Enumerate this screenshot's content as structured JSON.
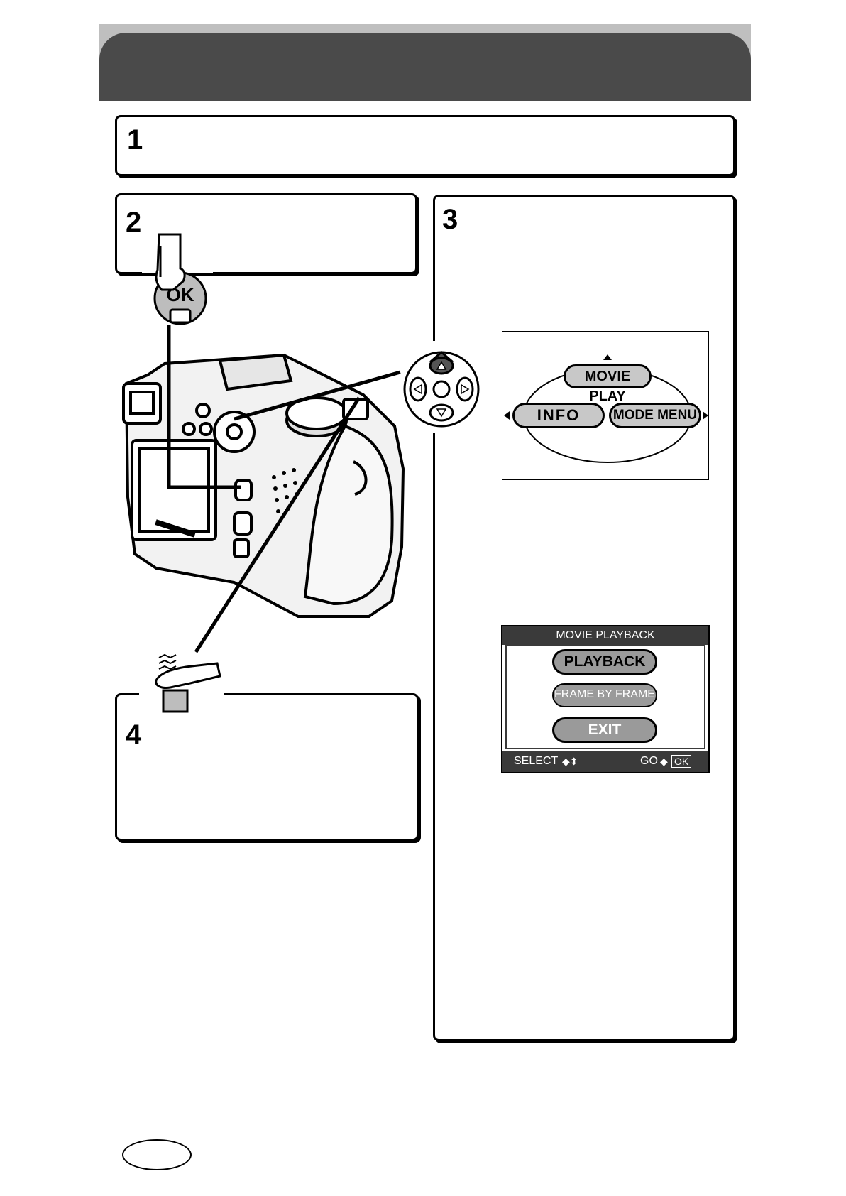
{
  "steps": {
    "s1": "1",
    "s2": "2",
    "s3": "3",
    "s4": "4"
  },
  "camera_icons": {
    "ok_label": "OK"
  },
  "screen_mode_menu": {
    "top": "MOVIE PLAY",
    "left": "INFO",
    "right": "MODE MENU"
  },
  "screen_movie_playback": {
    "title": "MOVIE PLAYBACK",
    "options": [
      "PLAYBACK",
      "FRAME BY FRAME",
      "EXIT"
    ],
    "footer_select": "SELECT",
    "footer_go": "GO",
    "footer_ok": "OK"
  },
  "colors": {
    "header_dark": "#4a4a4a",
    "header_light": "#bfbfbf",
    "pill_fill": "#c8c8c8",
    "screen_dark": "#3a3a3a"
  }
}
